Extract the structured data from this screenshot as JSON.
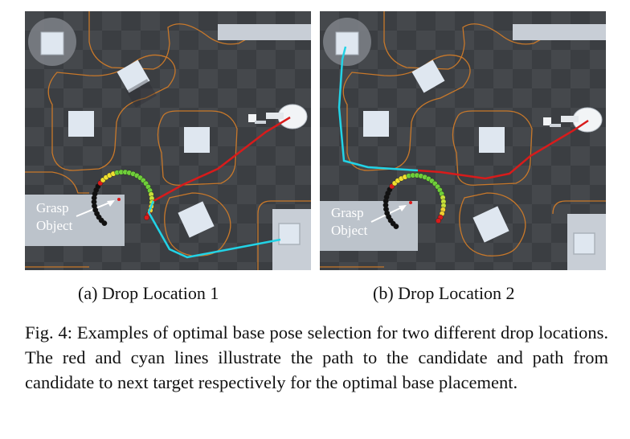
{
  "figure": {
    "panels": [
      {
        "caption": "(a) Drop Location 1",
        "grasp_label_line1": "Grasp",
        "grasp_label_line2": "Object"
      },
      {
        "caption": "(b) Drop Location 2",
        "grasp_label_line1": "Grasp",
        "grasp_label_line2": "Object"
      }
    ],
    "caption_prefix": "Fig. 4:",
    "caption_text": "Examples of optimal base pose selection for two different drop locations. The red and cyan lines illustrate the path to the candidate and path from candidate to next target respectively for the optimal base placement."
  },
  "colors": {
    "floor_dark": "#3b3e42",
    "floor_light": "#46494d",
    "contour": "#c8782a",
    "path_to_candidate": "#d81b1b",
    "path_to_target": "#22d3e6",
    "block": "#dfe7f0"
  }
}
